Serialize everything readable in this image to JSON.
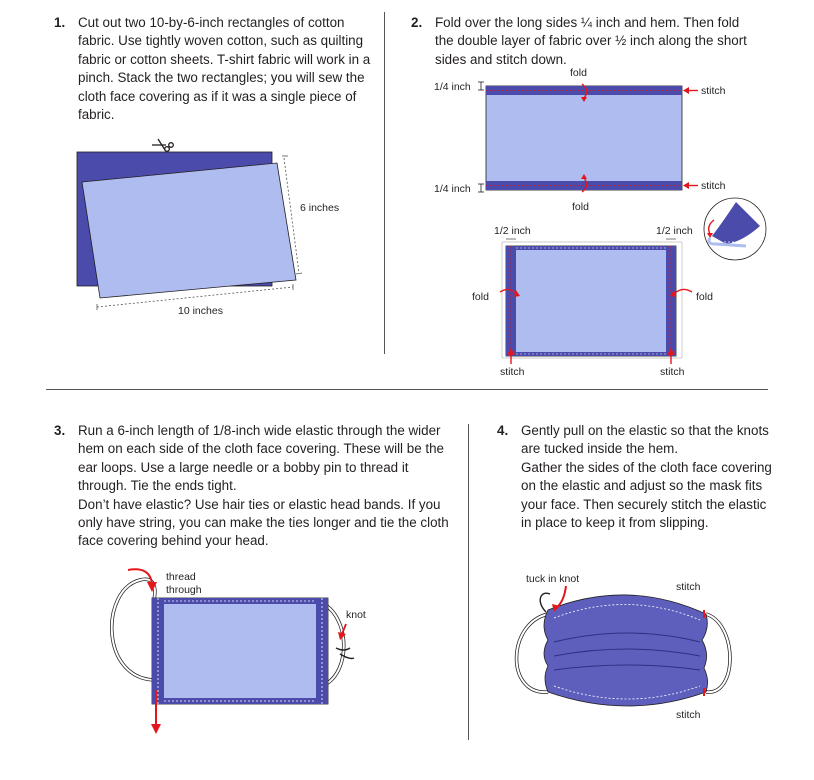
{
  "colors": {
    "dark_fabric": "#4b4bab",
    "light_fabric": "#aebcf0",
    "mid_fabric": "#5e5fbd",
    "arrow_red": "#e3161c",
    "text": "#231f20"
  },
  "step1": {
    "number": "1.",
    "text": "Cut out two 10-by-6-inch rectangles of cotton fabric. Use tightly woven cotton, such as quilting fabric or cotton sheets. T-shirt fabric will work in a pinch. Stack the two rectangles; you will sew the cloth face covering as if it was a single piece of fabric.",
    "label_height": "6 inches",
    "label_width": "10 inches",
    "icon": "scissors-icon"
  },
  "step2": {
    "number": "2.",
    "text": "Fold over the long sides ¼ inch and hem. Then fold the double layer of fabric over ½ inch along the short sides and stitch down.",
    "label_quarter_top": "1/4 inch",
    "label_quarter_bottom": "1/4 inch",
    "label_fold_top": "fold",
    "label_fold_bottom": "fold",
    "label_stitch_top": "stitch",
    "label_stitch_bottom": "stitch",
    "label_half_left": "1/2 inch",
    "label_half_right": "1/2 inch",
    "label_fold_left": "fold",
    "label_fold_right": "fold",
    "label_stitch_left": "stitch",
    "label_stitch_right": "stitch"
  },
  "step3": {
    "number": "3.",
    "lines": [
      "Run a 6-inch length of 1/8-inch wide elastic through the wider hem on each side of the cloth face covering. These will be the ear loops. Use a large needle or a bobby pin to thread it through. Tie the ends tight.",
      "Don’t have elastic? Use hair ties or elastic head bands. If you only have string, you can make the ties longer and tie the cloth face covering behind your head."
    ],
    "label_thread_1": "thread",
    "label_thread_2": "through",
    "label_knot": "knot"
  },
  "step4": {
    "number": "4.",
    "lines": [
      "Gently pull on the elastic so that the knots are tucked inside the hem.",
      "Gather the sides of the cloth face covering on the elastic and adjust so the mask fits your face. Then securely stitch the elastic in place to keep it from slipping."
    ],
    "label_tuck": "tuck in knot",
    "label_stitch_top": "stitch",
    "label_stitch_bottom": "stitch"
  }
}
